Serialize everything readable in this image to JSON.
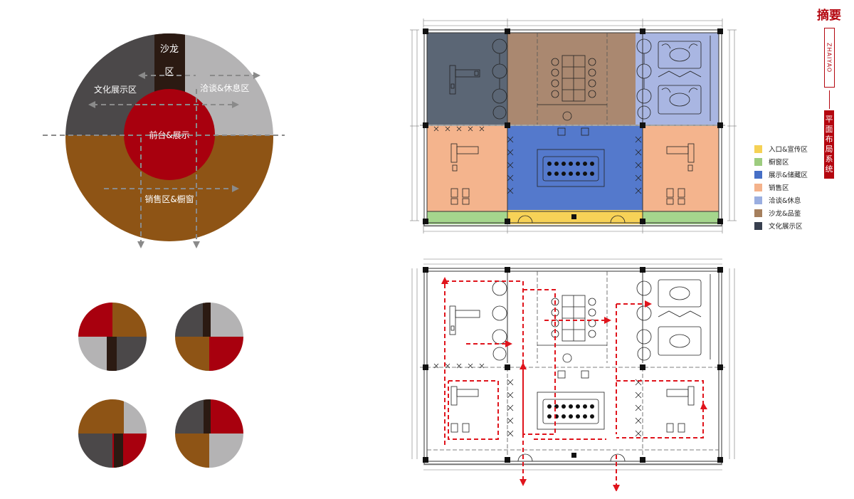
{
  "diagram": {
    "zones": [
      {
        "id": "culture",
        "label": "文化展示区",
        "color": "#4b4849"
      },
      {
        "id": "salon",
        "label": "沙龙区",
        "color": "#2b1a12"
      },
      {
        "id": "negotiation",
        "label": "洽谈&休息区",
        "color": "#b4b3b4"
      },
      {
        "id": "reception",
        "label": "前台&展示",
        "color": "#a8000e"
      },
      {
        "id": "sales",
        "label": "销售区&橱窗",
        "color": "#8e5415"
      }
    ]
  },
  "legend": {
    "items": [
      {
        "label": "入口&宣传区",
        "color": "#f5d155"
      },
      {
        "label": "橱窗区",
        "color": "#9dcc7f"
      },
      {
        "label": "展示&储藏区",
        "color": "#466fc6"
      },
      {
        "label": "销售区",
        "color": "#f4b28b"
      },
      {
        "label": "洽谈&休息",
        "color": "#9aaee0"
      },
      {
        "label": "沙龙&品鉴",
        "color": "#a57f5d"
      },
      {
        "label": "文化展示区",
        "color": "#38404f"
      }
    ]
  },
  "plan_colors": {
    "culture": "#5b6675",
    "salon": "#aa8870",
    "negotiation": "#a9b6e2",
    "sales": "#f4b48d",
    "display": "#5479cc",
    "window": "#a5d68d",
    "entrance": "#f7d257"
  },
  "title": {
    "main": "摘要",
    "subtitle": "ZHAIYAO",
    "section": [
      "平",
      "面",
      "布",
      "局",
      "系",
      "统"
    ]
  }
}
